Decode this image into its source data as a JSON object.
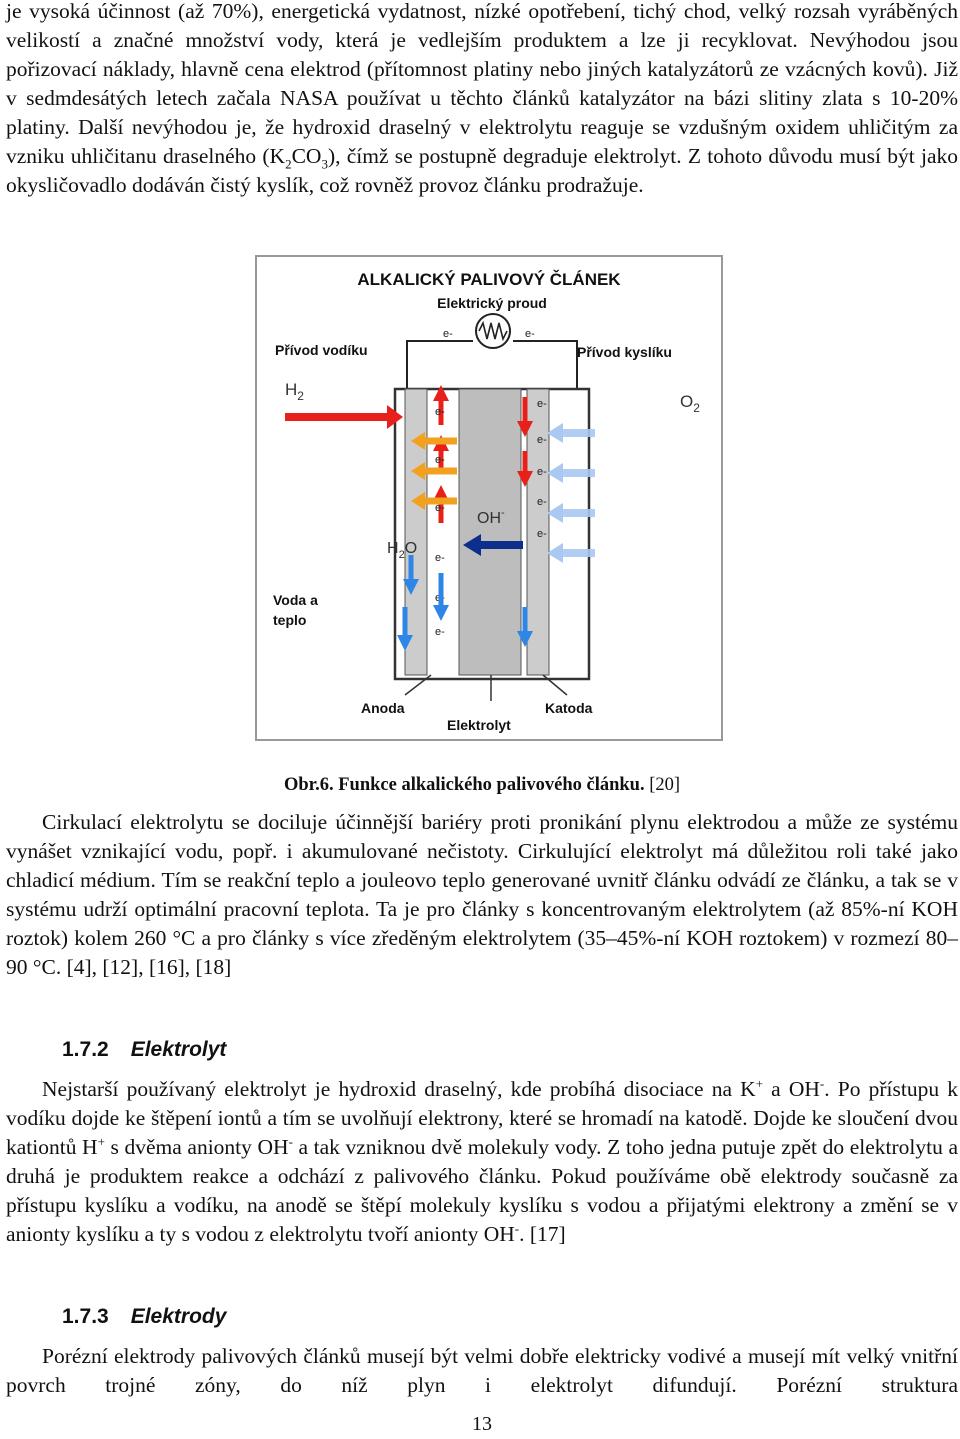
{
  "paragraph_top": {
    "text": "je vysoká účinnost (až 70%), energetická vydatnost, nízké opotřebení, tichý chod, velký rozsah vyráběných velikostí a značné množství vody, která je vedlejším produktem a lze ji recyklovat. Nevýhodou jsou pořizovací náklady, hlavně cena elektrod (přítomnost platiny nebo jiných katalyzátorů ze vzácných kovů). Již v sedmdesátých letech začala NASA používat u těchto článků katalyzátor na bázi slitiny zlata s 10-20% platiny. Další nevýhodou je, že hydroxid draselný v elektrolytu reaguje se vzdušným oxidem uhličitým za vzniku uhličitanu draselného (K",
    "k2co3_sub1": "2",
    "co_text": "CO",
    "k2co3_sub2": "3",
    "text_end": "), čímž se postupně degraduje elektrolyt. Z tohoto důvodu musí být jako okysličovadlo dodáván čistý kyslík, což rovněž provoz článku prodražuje."
  },
  "figure": {
    "title": "ALKALICKÝ PALIVOVÝ ČLÁNEK",
    "circuit_label": "Elektrický proud",
    "hydrogen_supply": "Přívod vodíku",
    "oxygen_supply": "Přívod kyslíku",
    "h2": "H",
    "h2_sub": "2",
    "o2": "O",
    "o2_sub": "2",
    "h2o": "H",
    "h2o_sub": "2",
    "h2o_o": "O",
    "oh": "OH",
    "oh_sup": "-",
    "electron": "e-",
    "water_heat_1": "Voda a",
    "water_heat_2": "teplo",
    "anode": "Anoda",
    "cathode": "Katoda",
    "electrolyte": "Elektrolyt",
    "colors": {
      "red_arrow": "#e8201a",
      "orange_arrow": "#f2a11f",
      "blue_arrow": "#2e86e6",
      "light_blue_arrow": "#a9c8f2",
      "navy_arrow": "#0d2e8a",
      "electrode": "#c9c9c9",
      "electrolyte": "#b8b8b8"
    }
  },
  "caption": {
    "label": "Obr.6. Funkce alkalického palivového článku.",
    "ref": "[20]"
  },
  "paragraph_2": "Cirkulací elektrolytu se dociluje účinnější bariéry proti pronikání plynu elektrodou a může ze systému vynášet vznikající vodu, popř. i akumulované nečistoty. Cirkulující elektrolyt má důležitou roli také jako chladicí médium. Tím se reakční teplo a jouleovo teplo generované uvnitř článku odvádí ze článku, a tak se v systému udrží optimální pracovní teplota. Ta je pro články s koncentrovaným elektrolytem (až 85%-ní KOH roztok) kolem 260 °C a pro články s více zředěným elektrolytem (35–45%-ní KOH roztokem) v rozmezí 80–90 °C. [4], [12], [16], [18]",
  "section_172": {
    "number": "1.7.2",
    "title": "Elektrolyt"
  },
  "paragraph_3": {
    "a": "Nejstarší používaný elektrolyt je hydroxid draselný, kde probíhá disociace na K",
    "a_sup": "+",
    "b": " a OH",
    "b_sup": "-",
    "c": ". Po přístupu k vodíku dojde ke štěpení iontů a tím se uvolňují elektrony, které se hromadí na katodě. Dojde ke sloučení dvou kationtů H",
    "c_sup": "+",
    "d": " s dvěma anionty OH",
    "d_sup": "-",
    "e": " a tak vzniknou dvě molekuly vody. Z toho jedna putuje zpět do elektrolytu a druhá je produktem reakce a odchází z palivového článku. Pokud používáme obě elektrody současně za přístupu kyslíku a vodíku, na anodě se štěpí molekuly kyslíku s vodou a přijatými elektrony a změní se v anionty kyslíku a ty s vodou z elektrolytu tvoří anionty OH",
    "e_sup": "-",
    "f": ". [17]"
  },
  "section_173": {
    "number": "1.7.3",
    "title": "Elektrody"
  },
  "paragraph_4": "Porézní elektrody palivových článků musejí být velmi dobře elektricky vodivé a musejí mít velký vnitřní povrch trojné zóny, do níž plyn i elektrolyt difundují. Porézní struktura",
  "page_number": "13"
}
